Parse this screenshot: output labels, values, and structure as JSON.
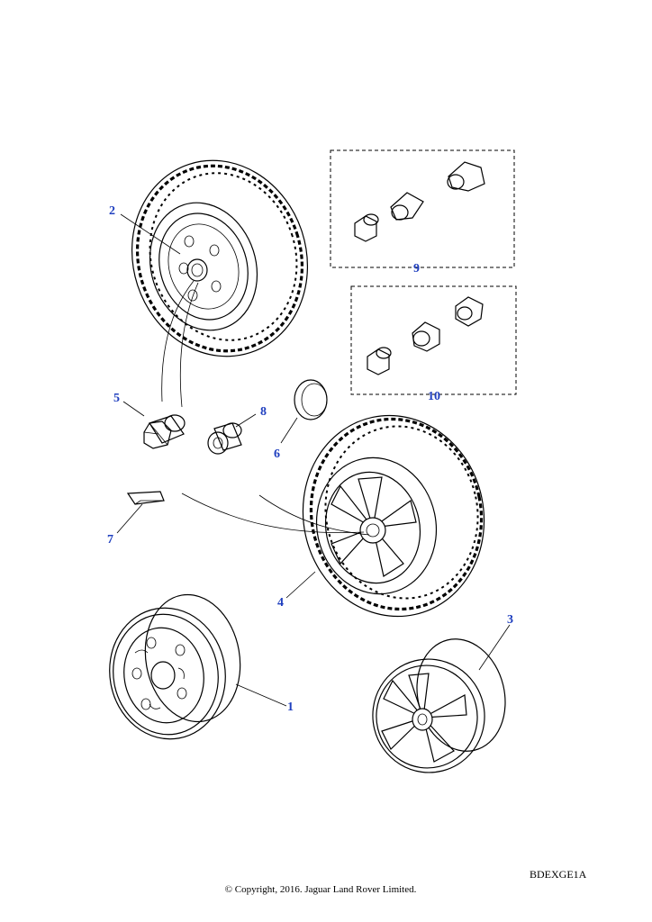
{
  "callouts": {
    "c1": "1",
    "c2": "2",
    "c3": "3",
    "c4": "4",
    "c5": "5",
    "c6": "6",
    "c7": "7",
    "c8": "8",
    "c9": "9",
    "c10": "10"
  },
  "reference_code": "BDEXGE1A",
  "copyright": "© Copyright, 2016. Jaguar Land Rover Limited.",
  "colors": {
    "callout": "#1f3fbf",
    "line": "#000000",
    "background": "#ffffff"
  }
}
